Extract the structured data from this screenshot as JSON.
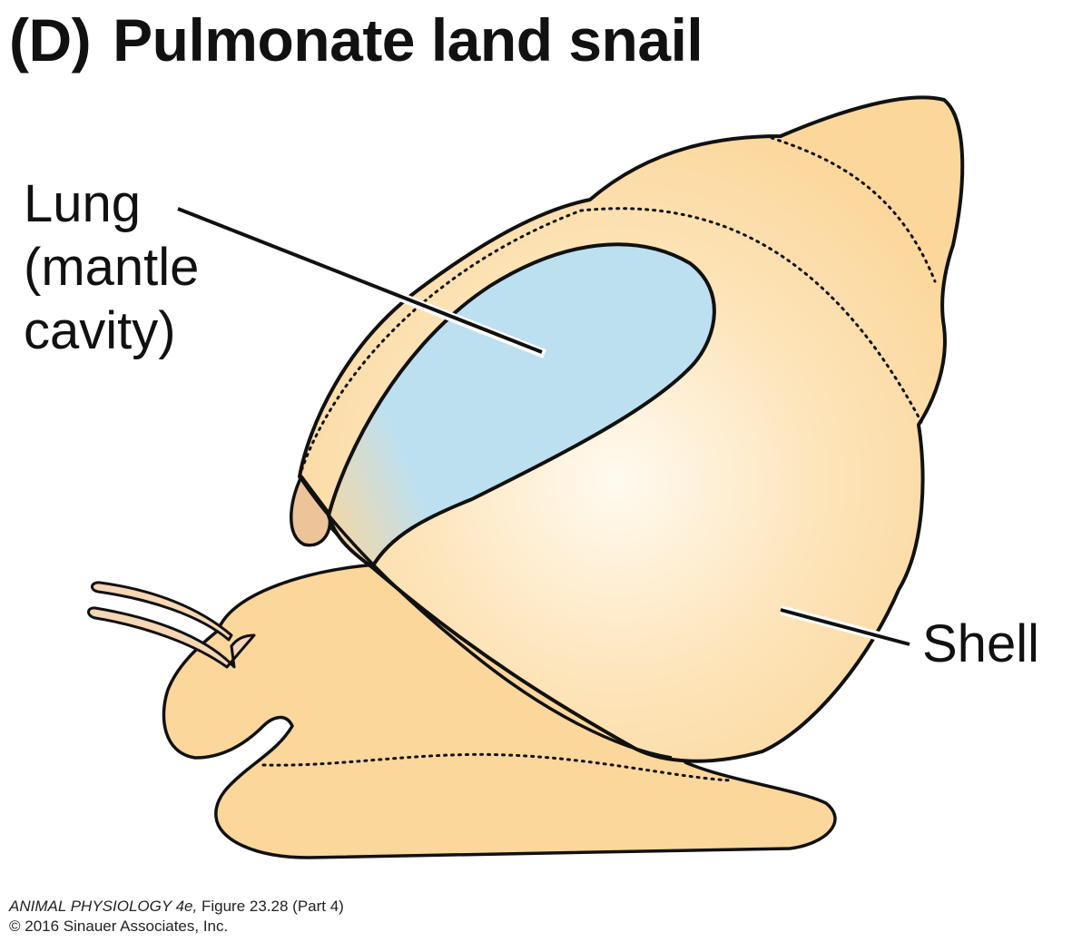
{
  "title": {
    "panel": "(D)",
    "text": "Pulmonate land snail"
  },
  "labels": {
    "lung": [
      "Lung",
      "(mantle",
      "cavity)"
    ],
    "shell": "Shell"
  },
  "credit": {
    "book": "ANIMAL PHYSIOLOGY 4e,",
    "figure": "Figure 23.28 (Part 4)",
    "copyright": "© 2016 Sinauer Associates, Inc."
  },
  "colors": {
    "body": "#fbd79c",
    "shell_highlight": "#fffaf0",
    "lung": "#bde0f0",
    "tentacle": "#f6d6b5",
    "outline": "#111111"
  }
}
